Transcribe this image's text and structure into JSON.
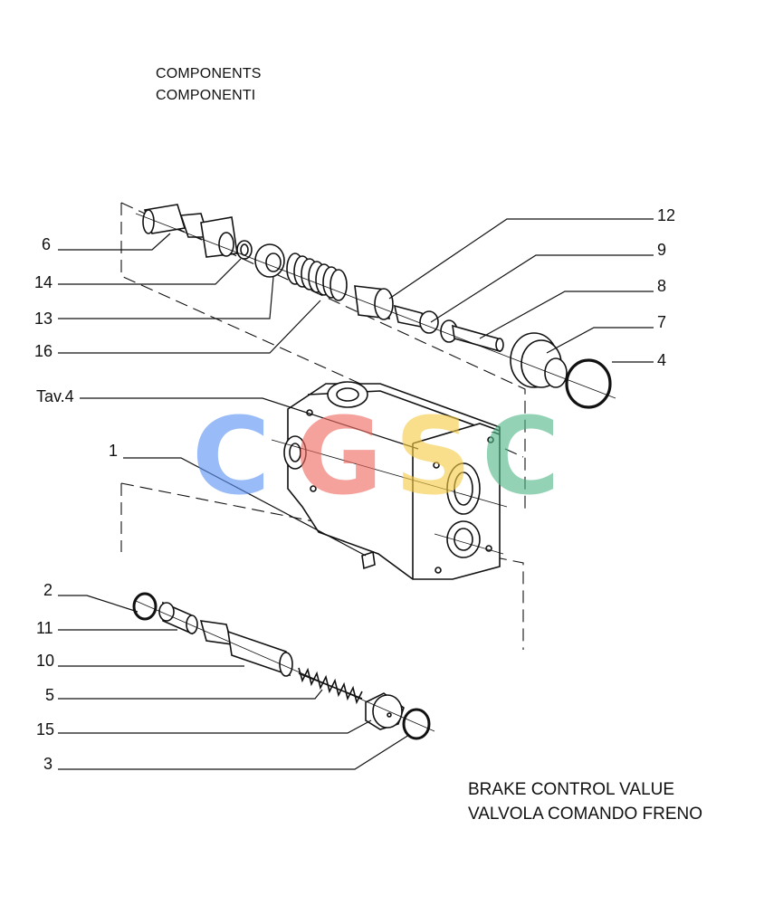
{
  "header": {
    "line_en": "COMPONENTS",
    "line_it": "COMPONENTI"
  },
  "caption": {
    "line_en": "BRAKE CONTROL VALUE",
    "line_it": "VALVOLA COMANDO FRENO"
  },
  "callouts": {
    "c1": "1",
    "c2": "2",
    "c3": "3",
    "c4": "4",
    "c5": "5",
    "c6": "6",
    "c7": "7",
    "c8": "8",
    "c9": "9",
    "c10": "10",
    "c11": "11",
    "c12": "12",
    "c13": "13",
    "c14": "14",
    "c15": "15",
    "c16": "16",
    "tav": "Tav.4"
  },
  "watermark": {
    "letters": [
      "C",
      "G",
      "S",
      "C"
    ],
    "colors": [
      "#5b93f5",
      "#f06a62",
      "#f6cc45",
      "#52b789"
    ]
  }
}
